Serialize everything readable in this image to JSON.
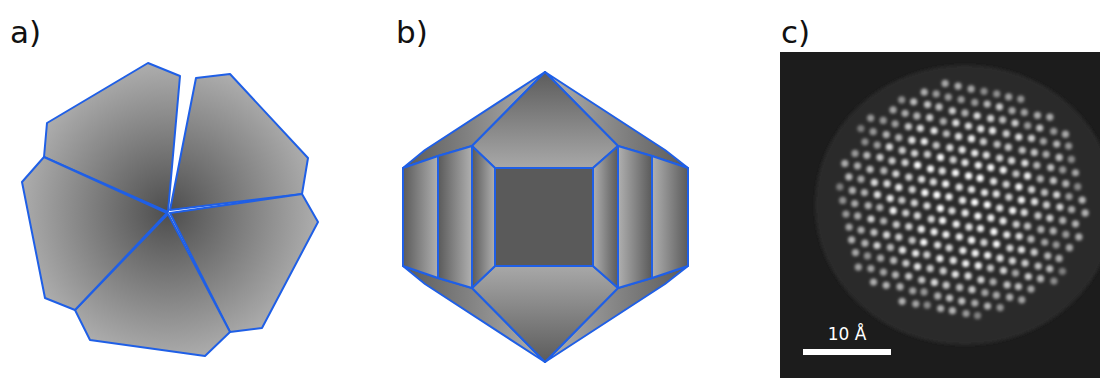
{
  "diagram": {
    "labels": [
      "a)",
      "b)",
      "c)",
      "10 Å"
    ]
  }
}
